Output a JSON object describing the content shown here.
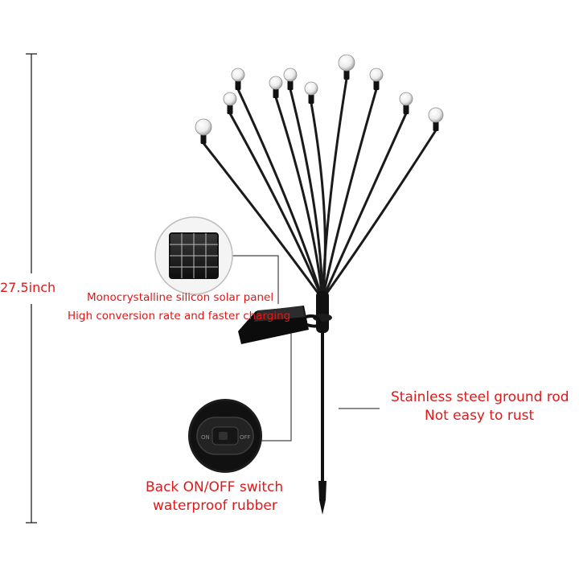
{
  "dimension": {
    "height_label": "27.5inch"
  },
  "callouts": {
    "solar_panel": {
      "line1": "Monocrystalline silicon solar panel",
      "line2": "High conversion rate and faster charging"
    },
    "ground_rod": {
      "line1": "Stainless steel ground rod",
      "line2": "Not easy to rust"
    },
    "switch": {
      "line1": "Back ON/OFF switch",
      "line2": "waterproof rubber"
    }
  },
  "switch_markings": {
    "on": "ON",
    "off": "OFF"
  },
  "colors": {
    "label_red": "#e01818",
    "stem": "#1a1a1a",
    "bulb": "#f2f2f2"
  },
  "icons": [
    "firework-solar-light",
    "solar-panel-icon",
    "power-switch-icon"
  ]
}
